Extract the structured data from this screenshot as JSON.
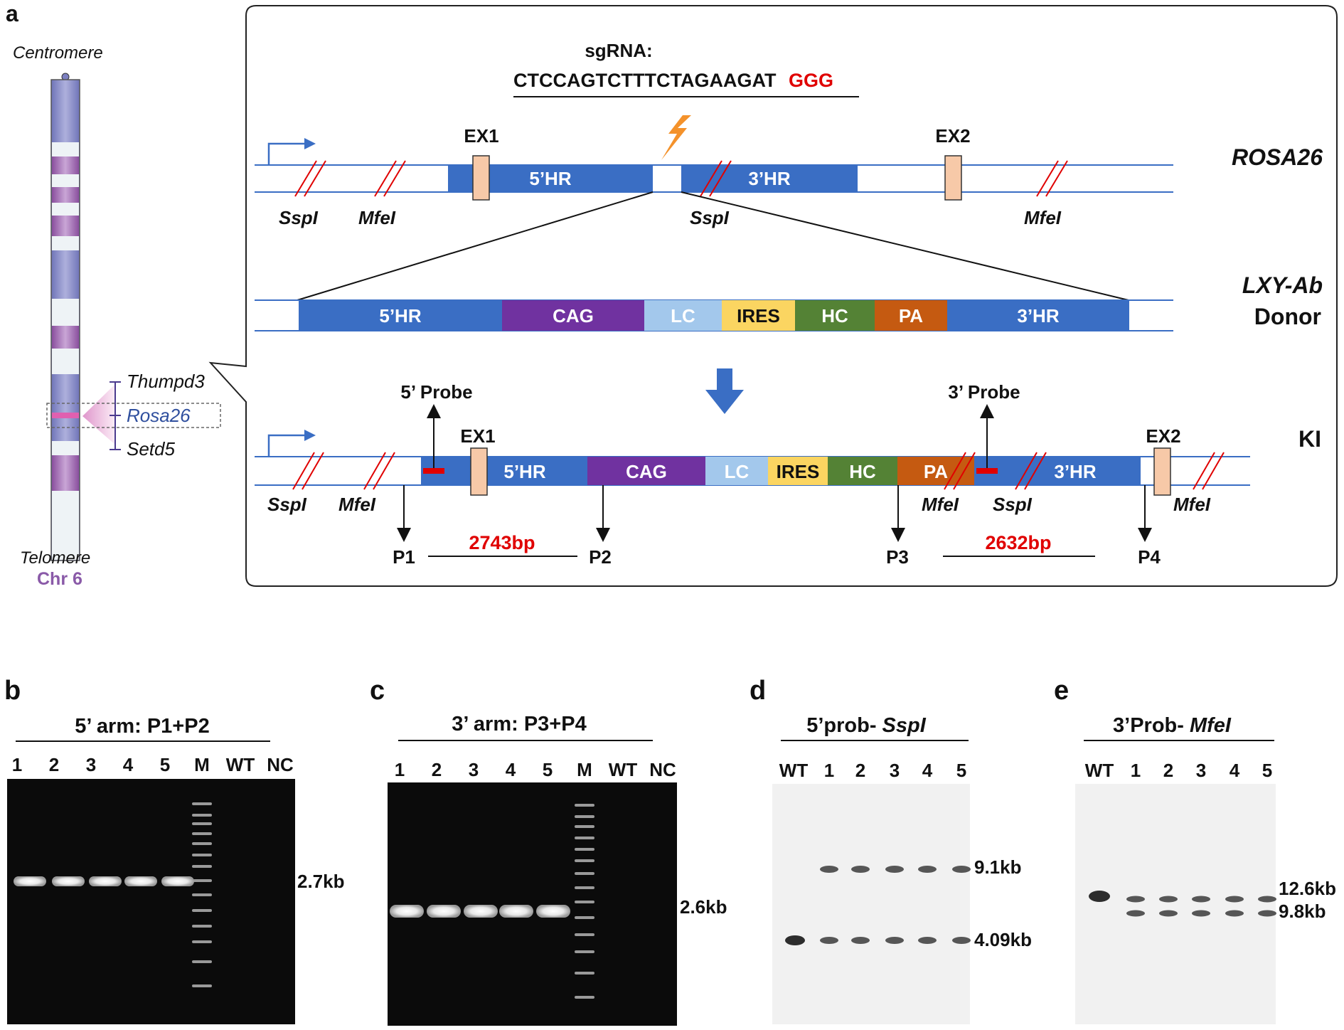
{
  "panel_letters": {
    "a": "a",
    "b": "b",
    "c": "c",
    "d": "d",
    "e": "e"
  },
  "chromosome": {
    "top": "Centromere",
    "bottom": "Telomere",
    "name": "Chr 6",
    "genes": [
      "Thumpd3",
      "Rosa26",
      "Setd5"
    ]
  },
  "sgrna": {
    "label": "sgRNA:",
    "sequence": "CTCCAGTCTTTCTAGAAGAT",
    "pam": "GGG"
  },
  "rosa26": {
    "name": "ROSA26",
    "ex1": "EX1",
    "ex2": "EX2",
    "hr5": "5’HR",
    "hr3": "3’HR",
    "sites": [
      "SspI",
      "MfeI",
      "SspI",
      "MfeI"
    ]
  },
  "donor": {
    "name": "LXY-Ab",
    "name2": "Donor",
    "segments": [
      {
        "label": "5’HR",
        "color": "#3a6ec4"
      },
      {
        "label": "CAG",
        "color": "#7032a0"
      },
      {
        "label": "LC",
        "color": "#a3c8ec"
      },
      {
        "label": "IRES",
        "color": "#fbd561"
      },
      {
        "label": "HC",
        "color": "#548235"
      },
      {
        "label": "PA",
        "color": "#c55a11"
      },
      {
        "label": "3’HR",
        "color": "#3a6ec4"
      }
    ]
  },
  "ki": {
    "name": "KI",
    "probe5": "5’ Probe",
    "probe3": "3’ Probe",
    "ex1": "EX1",
    "ex2": "EX2",
    "segments": [
      "5’HR",
      "CAG",
      "LC",
      "IRES",
      "HC",
      "PA",
      "3’HR"
    ],
    "sites": [
      "SspI",
      "MfeI",
      "MfeI",
      "SspI",
      "MfeI"
    ],
    "primers": [
      "P1",
      "P2",
      "P3",
      "P4"
    ],
    "product1": "2743bp",
    "product2": "2632bp"
  },
  "gel_b": {
    "title": "5’ arm: P1+P2",
    "lanes": [
      "1",
      "2",
      "3",
      "4",
      "5",
      "M",
      "WT",
      "NC"
    ],
    "size": "2.7kb"
  },
  "gel_c": {
    "title": "3’ arm: P3+P4",
    "lanes": [
      "1",
      "2",
      "3",
      "4",
      "5",
      "M",
      "WT",
      "NC"
    ],
    "size": "2.6kb"
  },
  "blot_d": {
    "title": "5’prob- ",
    "title_it": "SspI",
    "lanes": [
      "WT",
      "1",
      "2",
      "3",
      "4",
      "5"
    ],
    "sizes": [
      "9.1kb",
      "4.09kb"
    ]
  },
  "blot_e": {
    "title": "3’Prob- ",
    "title_it": "MfeI",
    "lanes": [
      "WT",
      "1",
      "2",
      "3",
      "4",
      "5"
    ],
    "sizes": [
      "12.6kb",
      "9.8kb"
    ]
  }
}
